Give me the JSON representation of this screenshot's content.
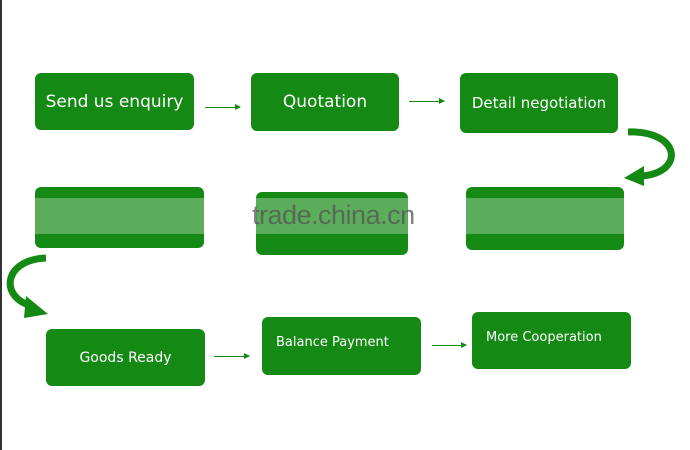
{
  "steps": [
    {
      "label": "Send us enquiry"
    },
    {
      "label": "Quotation"
    },
    {
      "label": "Detail negotiation"
    },
    {
      "label": ""
    },
    {
      "label": ""
    },
    {
      "label": ""
    },
    {
      "label": "Goods Ready"
    },
    {
      "label": "Balance Payment"
    },
    {
      "label": "More Cooperation"
    }
  ],
  "watermark": "trade.china.cn",
  "colors": {
    "box": "#148a14"
  }
}
